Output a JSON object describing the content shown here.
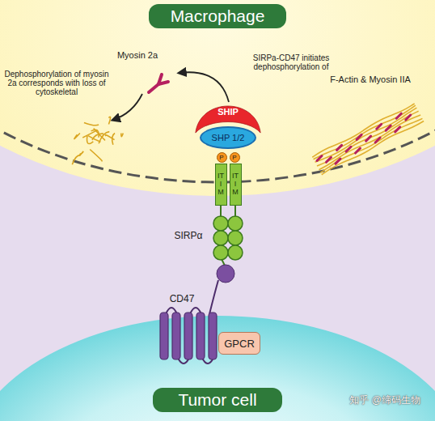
{
  "diagram": {
    "nodes": [
      {
        "text": [
          "Macrophage"
        ]
      },
      {
        "text": [
          "SHIP"
        ]
      },
      {
        "text": [
          "SHP 1/2"
        ]
      },
      {
        "text": [
          "P"
        ]
      },
      {
        "text": [
          "P"
        ]
      },
      {
        "text": [
          "ITIM"
        ]
      },
      {
        "text": [
          "ITIM"
        ]
      },
      {
        "text": [
          "GPCR"
        ]
      },
      {
        "text": [
          "Tumor cell"
        ]
      }
    ],
    "labels": [
      "Myosin 2a",
      "SIRPa-CD47 initiates dephosphorylation of",
      "Dephosphorylation of myosin 2a corresponds with loss of cytoskeletal",
      "F-Actin & Myosin IIA",
      "SIRPα",
      "CD47",
      "知乎 @缔码生物"
    ]
  }
}
